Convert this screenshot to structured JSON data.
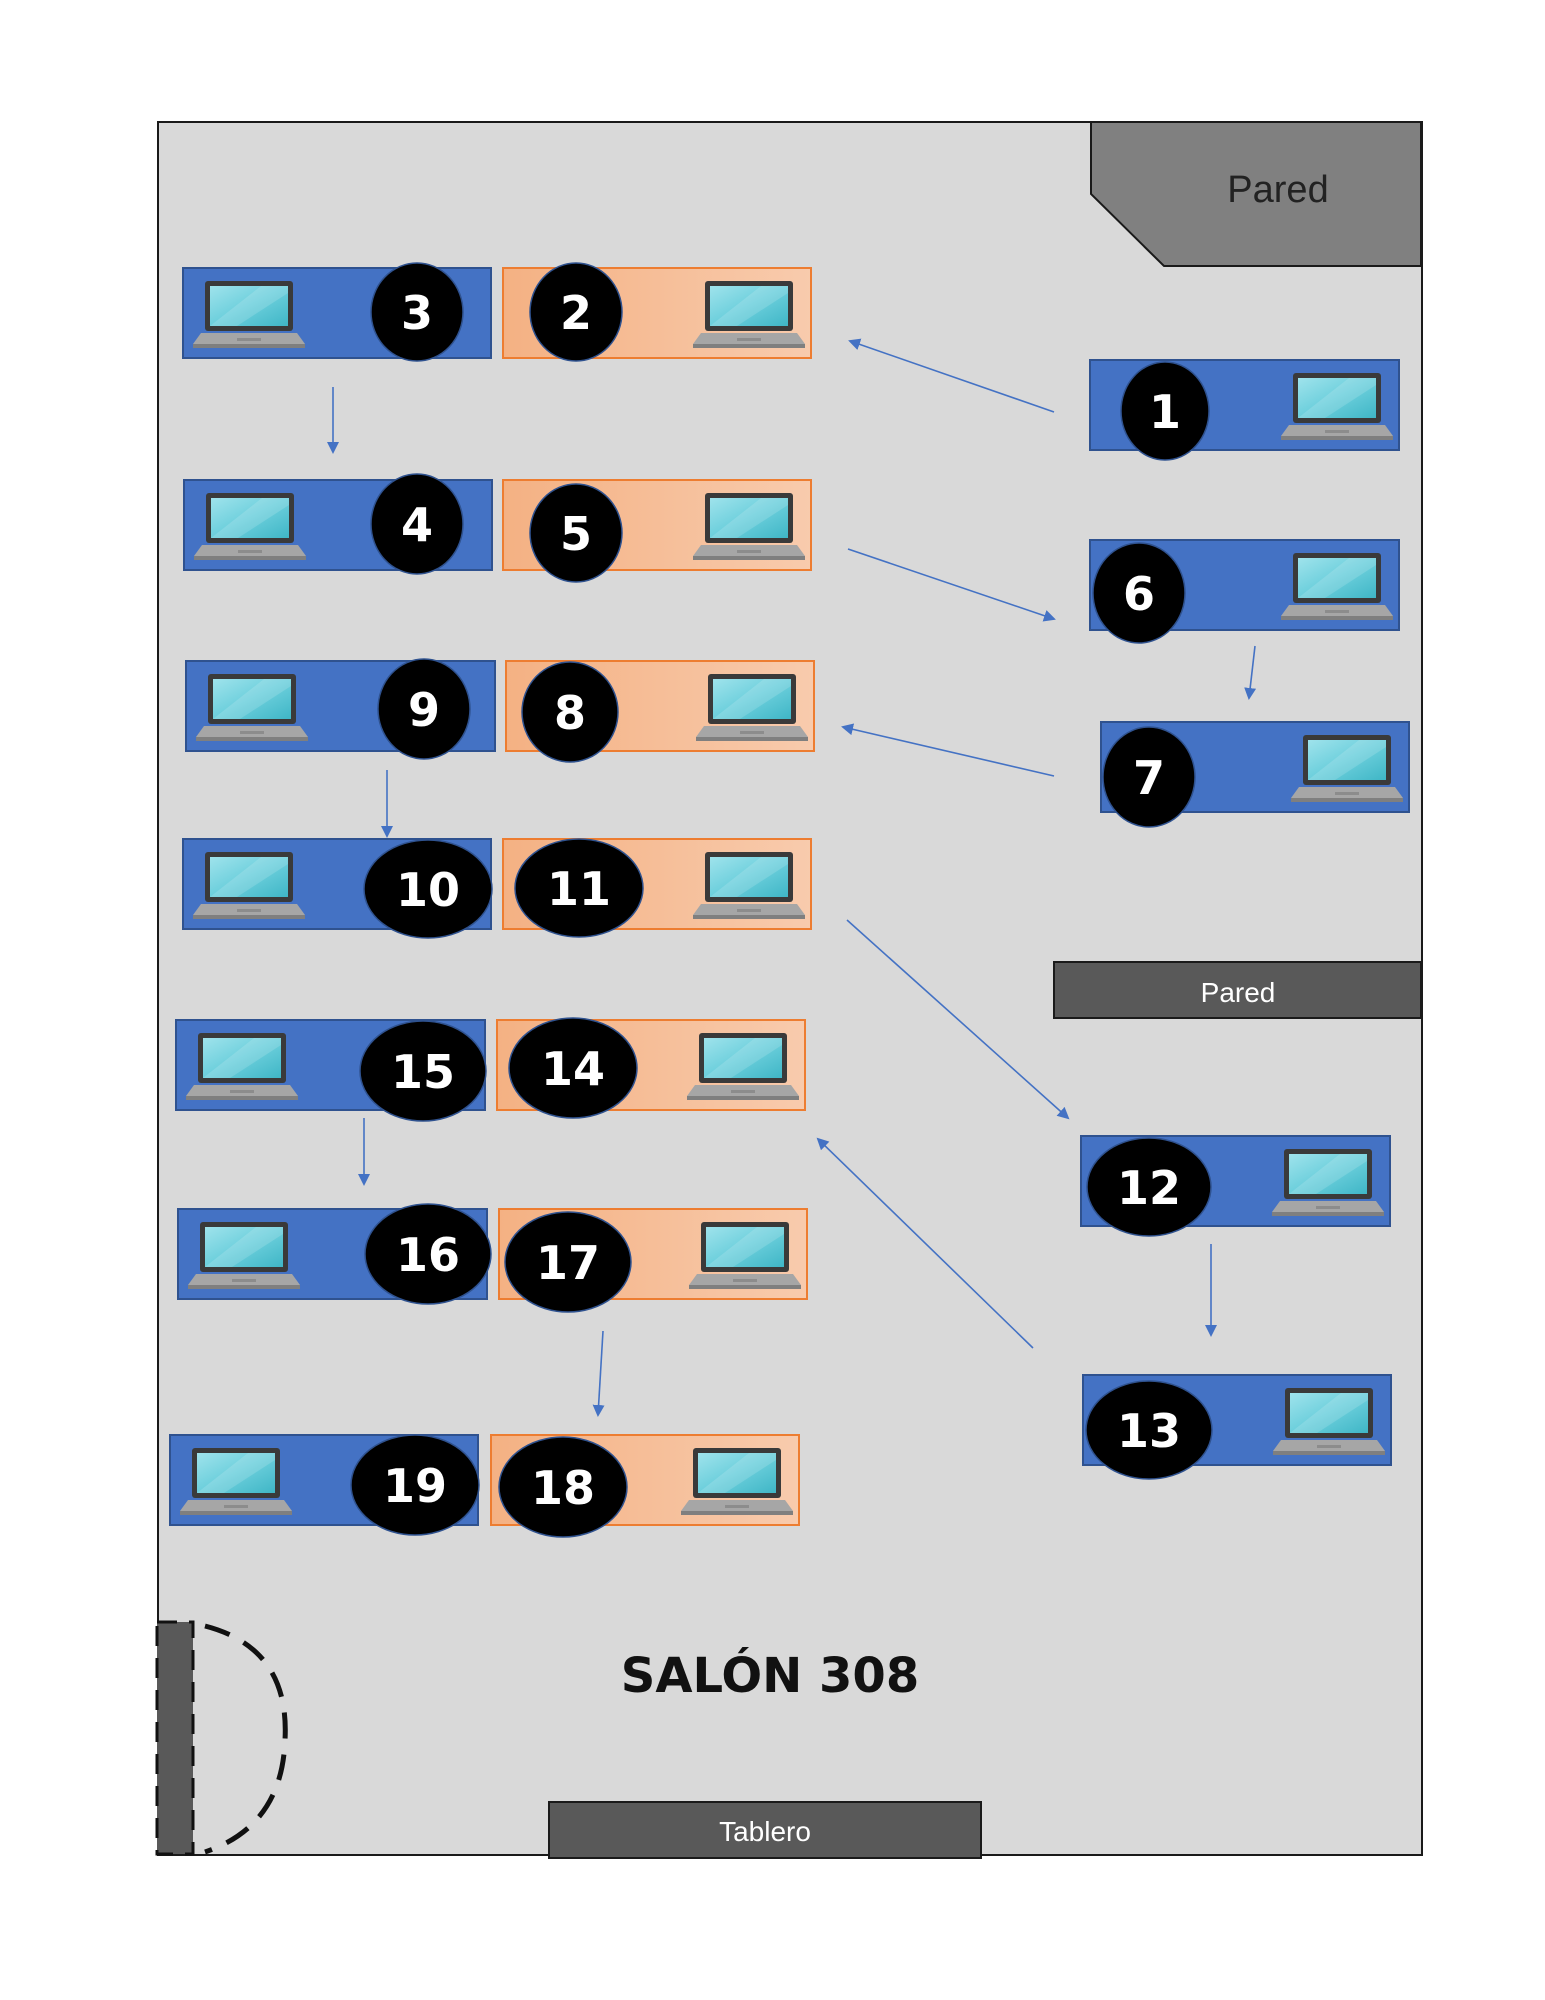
{
  "room": {
    "title": "SALÓN 308",
    "wall_top_label": "Pared",
    "wall_mid_label": "Pared",
    "board_label": "Tablero"
  },
  "colors": {
    "room_fill": "#d9d9d9",
    "desk_blue": "#4472c4",
    "desk_orange": "#f4b183",
    "wall_gray": "#808080",
    "wall_dark": "#595959",
    "badge": "#000000",
    "arrow": "#4472c4"
  },
  "icons": {
    "desk_computer": "laptop-icon",
    "door": "door-icon"
  },
  "stations": [
    {
      "number": "1",
      "desk_color": "blue"
    },
    {
      "number": "2",
      "desk_color": "orange"
    },
    {
      "number": "3",
      "desk_color": "blue"
    },
    {
      "number": "4",
      "desk_color": "blue"
    },
    {
      "number": "5",
      "desk_color": "orange"
    },
    {
      "number": "6",
      "desk_color": "blue"
    },
    {
      "number": "7",
      "desk_color": "blue"
    },
    {
      "number": "8",
      "desk_color": "orange"
    },
    {
      "number": "9",
      "desk_color": "blue"
    },
    {
      "number": "10",
      "desk_color": "blue"
    },
    {
      "number": "11",
      "desk_color": "orange"
    },
    {
      "number": "12",
      "desk_color": "blue"
    },
    {
      "number": "13",
      "desk_color": "blue"
    },
    {
      "number": "14",
      "desk_color": "orange"
    },
    {
      "number": "15",
      "desk_color": "blue"
    },
    {
      "number": "16",
      "desk_color": "blue"
    },
    {
      "number": "17",
      "desk_color": "orange"
    },
    {
      "number": "18",
      "desk_color": "orange"
    },
    {
      "number": "19",
      "desk_color": "blue"
    }
  ],
  "flow_order": [
    "1",
    "2",
    "3",
    "4",
    "5",
    "6",
    "7",
    "8",
    "9",
    "10",
    "11",
    "12",
    "13",
    "14",
    "15",
    "16",
    "17",
    "18",
    "19"
  ]
}
